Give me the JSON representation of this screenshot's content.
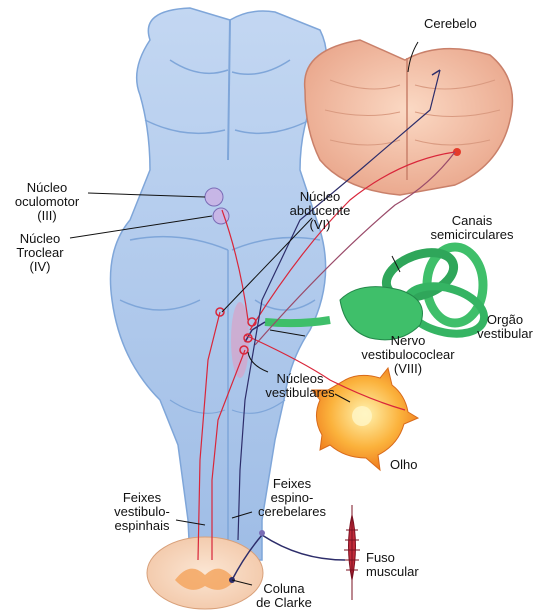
{
  "labels": {
    "cerebelo": "Cerebelo",
    "oculomotor": [
      "Núcleo",
      "oculomotor",
      "(III)"
    ],
    "troclear": [
      "Núcleo",
      "Troclear",
      "(IV)"
    ],
    "abducente": [
      "Núcleo",
      "abducente",
      "(VI)"
    ],
    "canais": [
      "Canais",
      "semicirculares"
    ],
    "orgao": [
      "Orgão",
      "vestibular"
    ],
    "nervo": [
      "Nervo",
      "vestibulococlear",
      "(VIII)"
    ],
    "nucleos_vest": [
      "Núcleos",
      "vestibulares"
    ],
    "olho": "Olho",
    "feixes_vest": [
      "Feixes",
      "vestibulo-",
      "espinhais"
    ],
    "feixes_espino": [
      "Feixes",
      "espino-",
      "cerebelares"
    ],
    "fuso": [
      "Fuso",
      "muscular"
    ],
    "coluna": [
      "Coluna",
      "de Clarke"
    ]
  },
  "colors": {
    "brainstem": "#a9c6ec",
    "brainstem_shade": "#7fa6d9",
    "cerebellum": "#f6c2a4",
    "vestibular": "#3fbf6a",
    "eye": "#f7a43a",
    "pathway": "#d9263a",
    "nerve_dark": "#2d2d6a"
  }
}
